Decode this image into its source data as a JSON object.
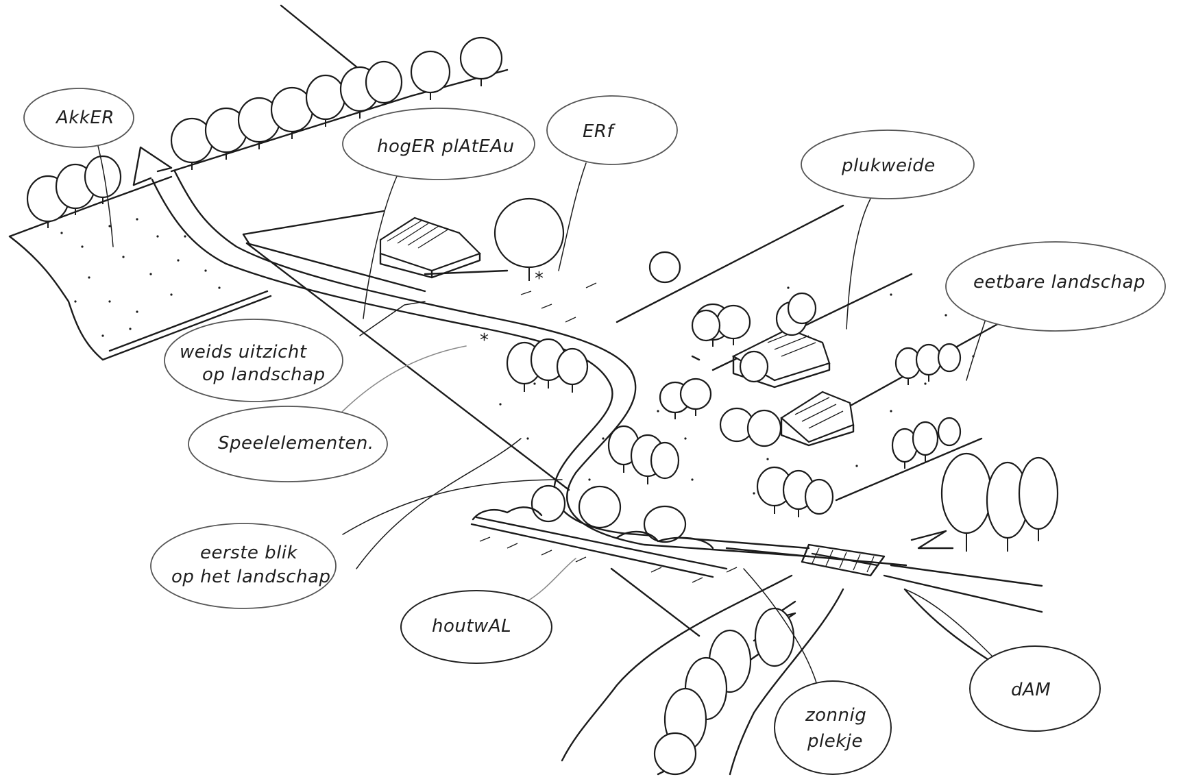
{
  "labels": {
    "akker": "AkkER",
    "hoger_plateau": "hogER plAtEAu",
    "erf": "ERf",
    "plukweide": "plukweide",
    "eetbare_landschap": "eetbare landschap",
    "weids_uitzicht_1": "weids uitzicht",
    "weids_uitzicht_2": "op landschap",
    "speelelementen": "Speelelementen.",
    "eerste_blik_1": "eerste blik",
    "eerste_blik_2": "op het landschap",
    "houtwal": "houtwAL",
    "dam": "dAM",
    "zonnig_plekje_1": "zonnig",
    "zonnig_plekje_2": "plekje"
  }
}
